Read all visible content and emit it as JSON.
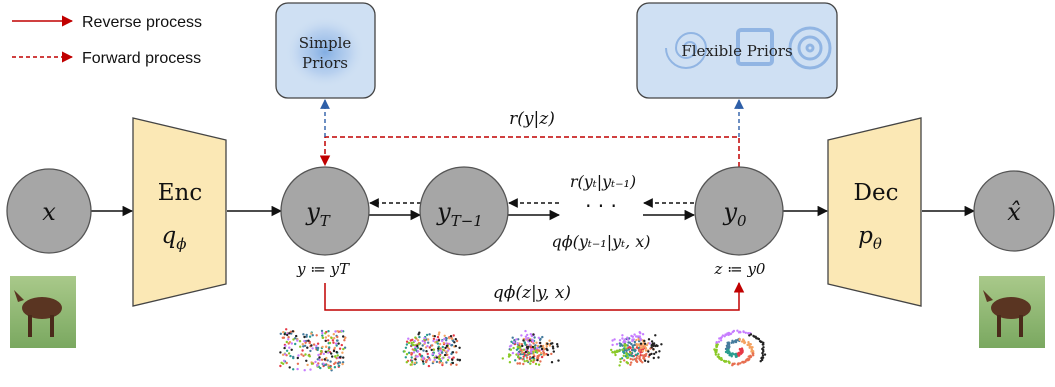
{
  "legend": {
    "reverse_label": "Reverse process",
    "forward_label": "Forward process"
  },
  "colors": {
    "reverse": "#c00000",
    "forward": "#c00000",
    "prior_arrow": "#2e5fa8",
    "node_fill": "#a6a6a6",
    "encdec_fill": "#fbe8b5",
    "prior_box_fill": "#cfe0f3"
  },
  "priors": {
    "simple_label": "Simple Priors",
    "simple_line1": "Simple",
    "simple_line2": "Priors",
    "flexible_label": "Flexible Priors"
  },
  "encoder": {
    "name": "Enc",
    "param": "q",
    "param_sub": "ϕ"
  },
  "decoder": {
    "name": "Dec",
    "param": "p",
    "param_sub": "θ"
  },
  "nodes": {
    "x": "x",
    "x_hat": "x̂",
    "yT": "y",
    "yT_sub": "T",
    "yT1": "y",
    "yT1_sub": "T−1",
    "y0": "y",
    "y0_sub": "0",
    "dots": "· · ·"
  },
  "annotations": {
    "r_y_given_z": "r(y|z)",
    "r_transition": "r(yₜ|yₜ₋₁)",
    "q_transition": "qϕ(yₜ₋₁|yₜ, x)",
    "q_z_given_yx": "qϕ(z|y, x)",
    "y_assign": "y ≔ yT",
    "z_assign": "z ≔ y0"
  },
  "icons": [
    "input-horse-image-icon",
    "output-horse-image-icon",
    "gaussian-noise-icon",
    "spiral-priors-icon",
    "scatter-evolution-icon"
  ]
}
